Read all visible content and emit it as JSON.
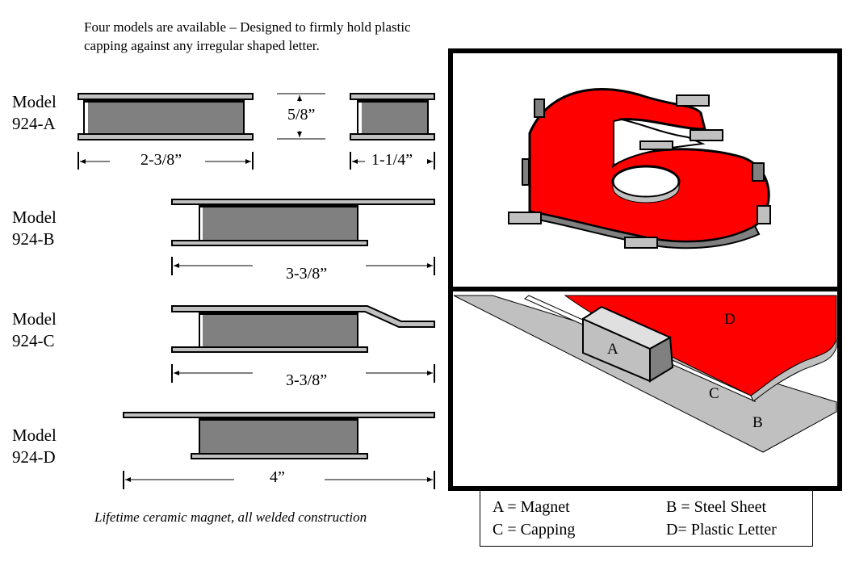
{
  "intro": "Four models are available – Designed to firmly hold plastic capping against any irregular shaped letter.",
  "models": [
    {
      "label_line1": "Model",
      "label_line2": "924-A",
      "length": "2-3/8”",
      "width": "1-1/4”",
      "height": "5/8”"
    },
    {
      "label_line1": "Model",
      "label_line2": "924-B",
      "length": "3-3/8”"
    },
    {
      "label_line1": "Model",
      "label_line2": "924-C",
      "length": "3-3/8”"
    },
    {
      "label_line1": "Model",
      "label_line2": "924-D",
      "length": "4”"
    }
  ],
  "caption": "Lifetime ceramic magnet, all welded construction",
  "detail_labels": {
    "a": "A",
    "b": "B",
    "c": "C",
    "d": "D"
  },
  "legend": {
    "a": "A = Magnet",
    "b": "B = Steel Sheet",
    "c": "C = Capping",
    "d": "D= Plastic Letter"
  },
  "colors": {
    "letter": "#ff0000",
    "magnet": "#808080",
    "plate": "#c0c0c0",
    "sheet": "#c0c0c0"
  }
}
